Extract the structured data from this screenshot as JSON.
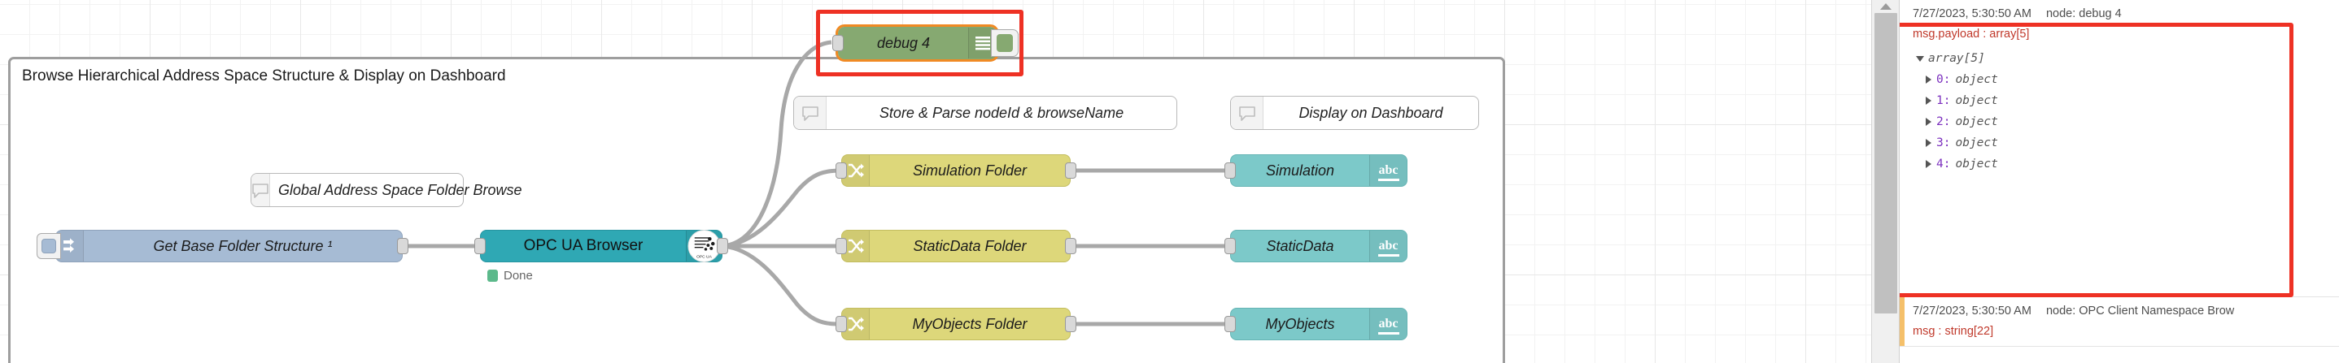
{
  "workspace": {
    "group": {
      "title": "Browse Hierarchical Address Space Structure & Display on Dashboard"
    },
    "nodes": {
      "debug4": {
        "label": "debug 4",
        "icon": "debug-lines-icon",
        "color": "#86a971",
        "selected_outline": "#f08a24"
      },
      "inject": {
        "label": "Get Base Folder Structure ¹",
        "icon": "inject-arrow-icon",
        "color": "#a6bbd4"
      },
      "opcua_browser": {
        "label": "OPC UA Browser",
        "icon": "opc-ua-logo-icon",
        "color": "#2fa8b4",
        "status": "Done",
        "status_color": "#5cb98b"
      },
      "comment_global": {
        "label": "Global Address Space Folder Browse",
        "icon": "comment-bubble-icon"
      },
      "comment_store": {
        "label": "Store & Parse nodeId & browseName",
        "icon": "comment-bubble-icon"
      },
      "comment_display": {
        "label": "Display on Dashboard",
        "icon": "comment-bubble-icon"
      },
      "fn_simulation": {
        "label": "Simulation Folder",
        "icon": "switch-icon",
        "color": "#ddd77a"
      },
      "fn_staticdata": {
        "label": "StaticData Folder",
        "icon": "switch-icon",
        "color": "#ddd77a"
      },
      "fn_myobjects": {
        "label": "MyObjects Folder",
        "icon": "switch-icon",
        "color": "#ddd77a"
      },
      "dash_simulation": {
        "label": "Simulation",
        "icon": "abc-text-icon",
        "icon_label": "abc",
        "color": "#7cc9c9"
      },
      "dash_staticdata": {
        "label": "StaticData",
        "icon": "abc-text-icon",
        "icon_label": "abc",
        "color": "#7cc9c9"
      },
      "dash_myobjects": {
        "label": "MyObjects",
        "icon": "abc-text-icon",
        "icon_label": "abc",
        "color": "#7cc9c9"
      }
    },
    "annotations": {
      "highlight_color": "#ee3124"
    }
  },
  "debug_sidebar": {
    "messages": [
      {
        "timestamp": "7/27/2023, 5:30:50 AM",
        "node": "node: debug 4",
        "topic": "msg.payload : array[5]",
        "stripe_color": "#ffffff",
        "root": "array[5]",
        "items": [
          {
            "key": "0:",
            "type": "object"
          },
          {
            "key": "1:",
            "type": "object"
          },
          {
            "key": "2:",
            "type": "object"
          },
          {
            "key": "3:",
            "type": "object"
          },
          {
            "key": "4:",
            "type": "object"
          }
        ]
      },
      {
        "timestamp": "7/27/2023, 5:30:50 AM",
        "node": "node: OPC Client Namespace Brow",
        "topic": "msg : string[22]",
        "stripe_color": "#f5c06a"
      }
    ]
  },
  "scrollbar": {
    "up_arrow_icon": "scroll-up-arrow-icon"
  }
}
